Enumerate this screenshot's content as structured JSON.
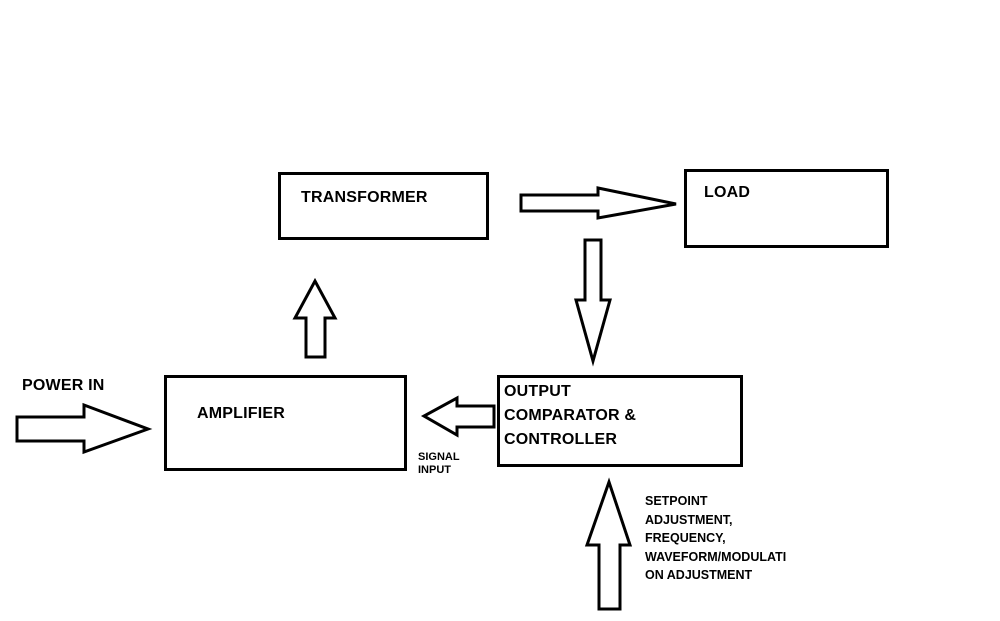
{
  "diagram": {
    "type": "block-diagram",
    "blocks": {
      "transformer": {
        "label": "TRANSFORMER"
      },
      "load": {
        "label": "LOAD"
      },
      "amplifier": {
        "label": "AMPLIFIER"
      },
      "controller": {
        "lines": [
          "OUTPUT",
          "COMPARATOR &",
          "CONTROLLER"
        ]
      }
    },
    "labels": {
      "power_in": "POWER IN",
      "signal_input": [
        "SIGNAL",
        "INPUT"
      ],
      "setpoint": [
        "SETPOINT",
        "ADJUSTMENT,",
        "FREQUENCY,",
        "WAVEFORM/MODULATI",
        "ON ADJUSTMENT"
      ]
    },
    "connections": [
      {
        "from": "power-in",
        "to": "amplifier"
      },
      {
        "from": "amplifier",
        "to": "transformer"
      },
      {
        "from": "transformer",
        "to": "load"
      },
      {
        "from": "transformer",
        "to": "controller"
      },
      {
        "from": "controller",
        "to": "amplifier",
        "label": "SIGNAL INPUT"
      },
      {
        "from": "setpoint-adjustment",
        "to": "controller"
      }
    ],
    "colors": {
      "stroke": "#000000",
      "fill": "#ffffff"
    }
  }
}
